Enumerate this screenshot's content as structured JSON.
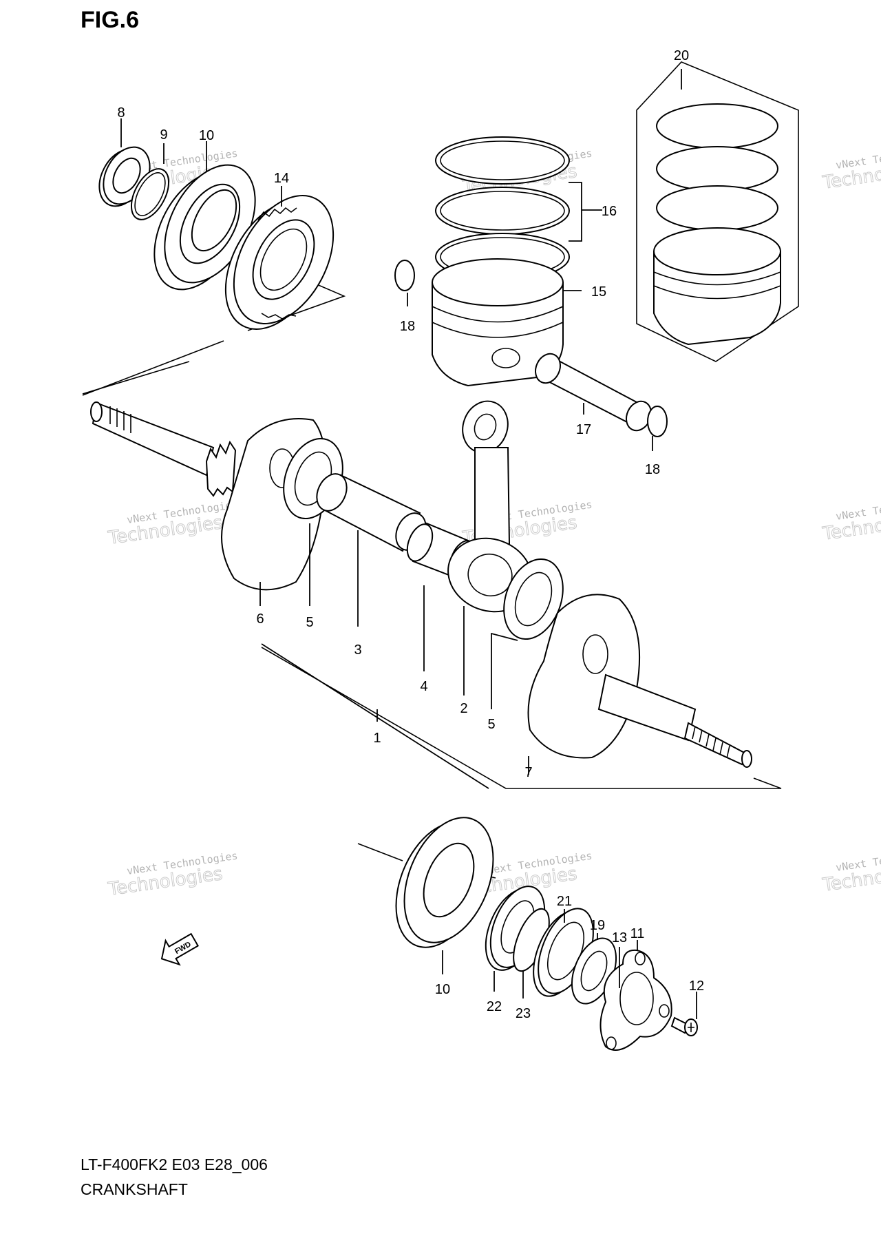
{
  "figure": {
    "title": "FIG.6",
    "code": "LT-F400FK2 E03 E28_006",
    "name": "CRANKSHAFT"
  },
  "callouts": [
    "1",
    "2",
    "3",
    "4",
    "5",
    "5",
    "6",
    "7",
    "8",
    "9",
    "10",
    "10",
    "11",
    "12",
    "13",
    "14",
    "15",
    "16",
    "17",
    "18",
    "18",
    "19",
    "20",
    "21",
    "22",
    "23"
  ],
  "watermark": {
    "line1": "vNext Technologies",
    "line2": "vNext",
    "line3": "Technologies"
  },
  "direction_badge": "FWD"
}
